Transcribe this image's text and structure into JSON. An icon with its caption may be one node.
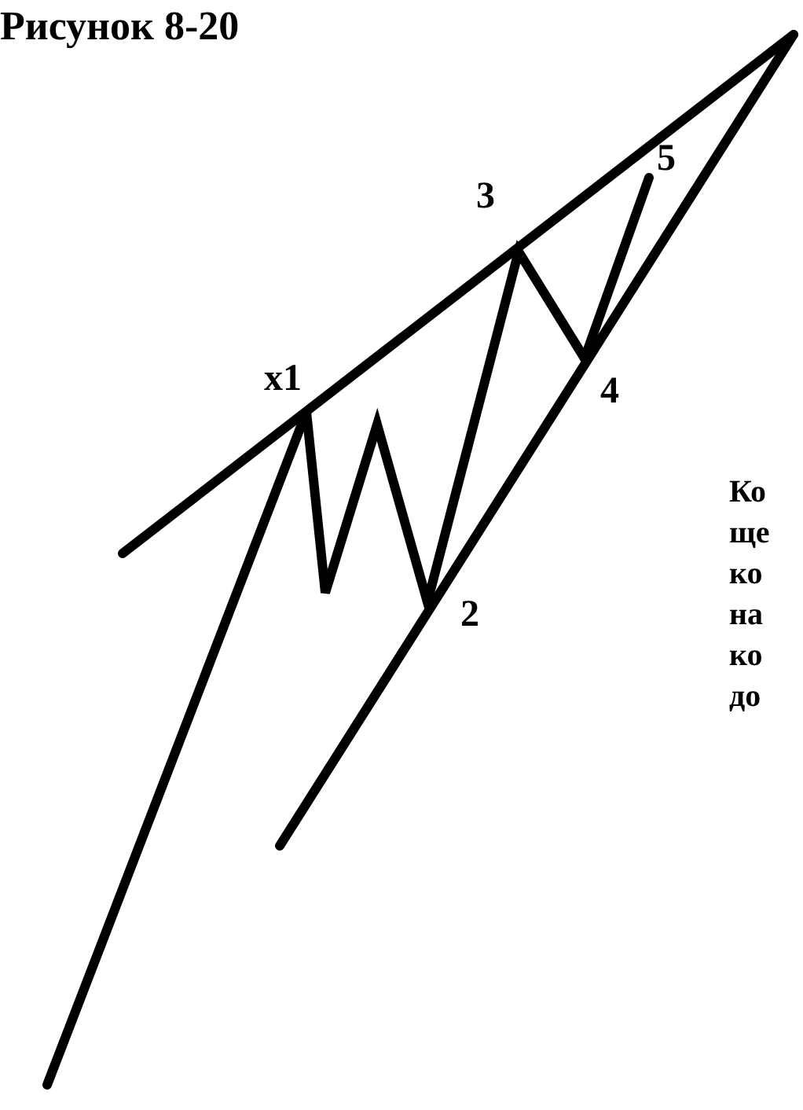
{
  "diagram": {
    "title": "Рисунок 8-20",
    "labels": [
      "x1",
      "3",
      "5",
      "4",
      "2",
      "Ко ще ко на ко до"
    ]
  }
}
